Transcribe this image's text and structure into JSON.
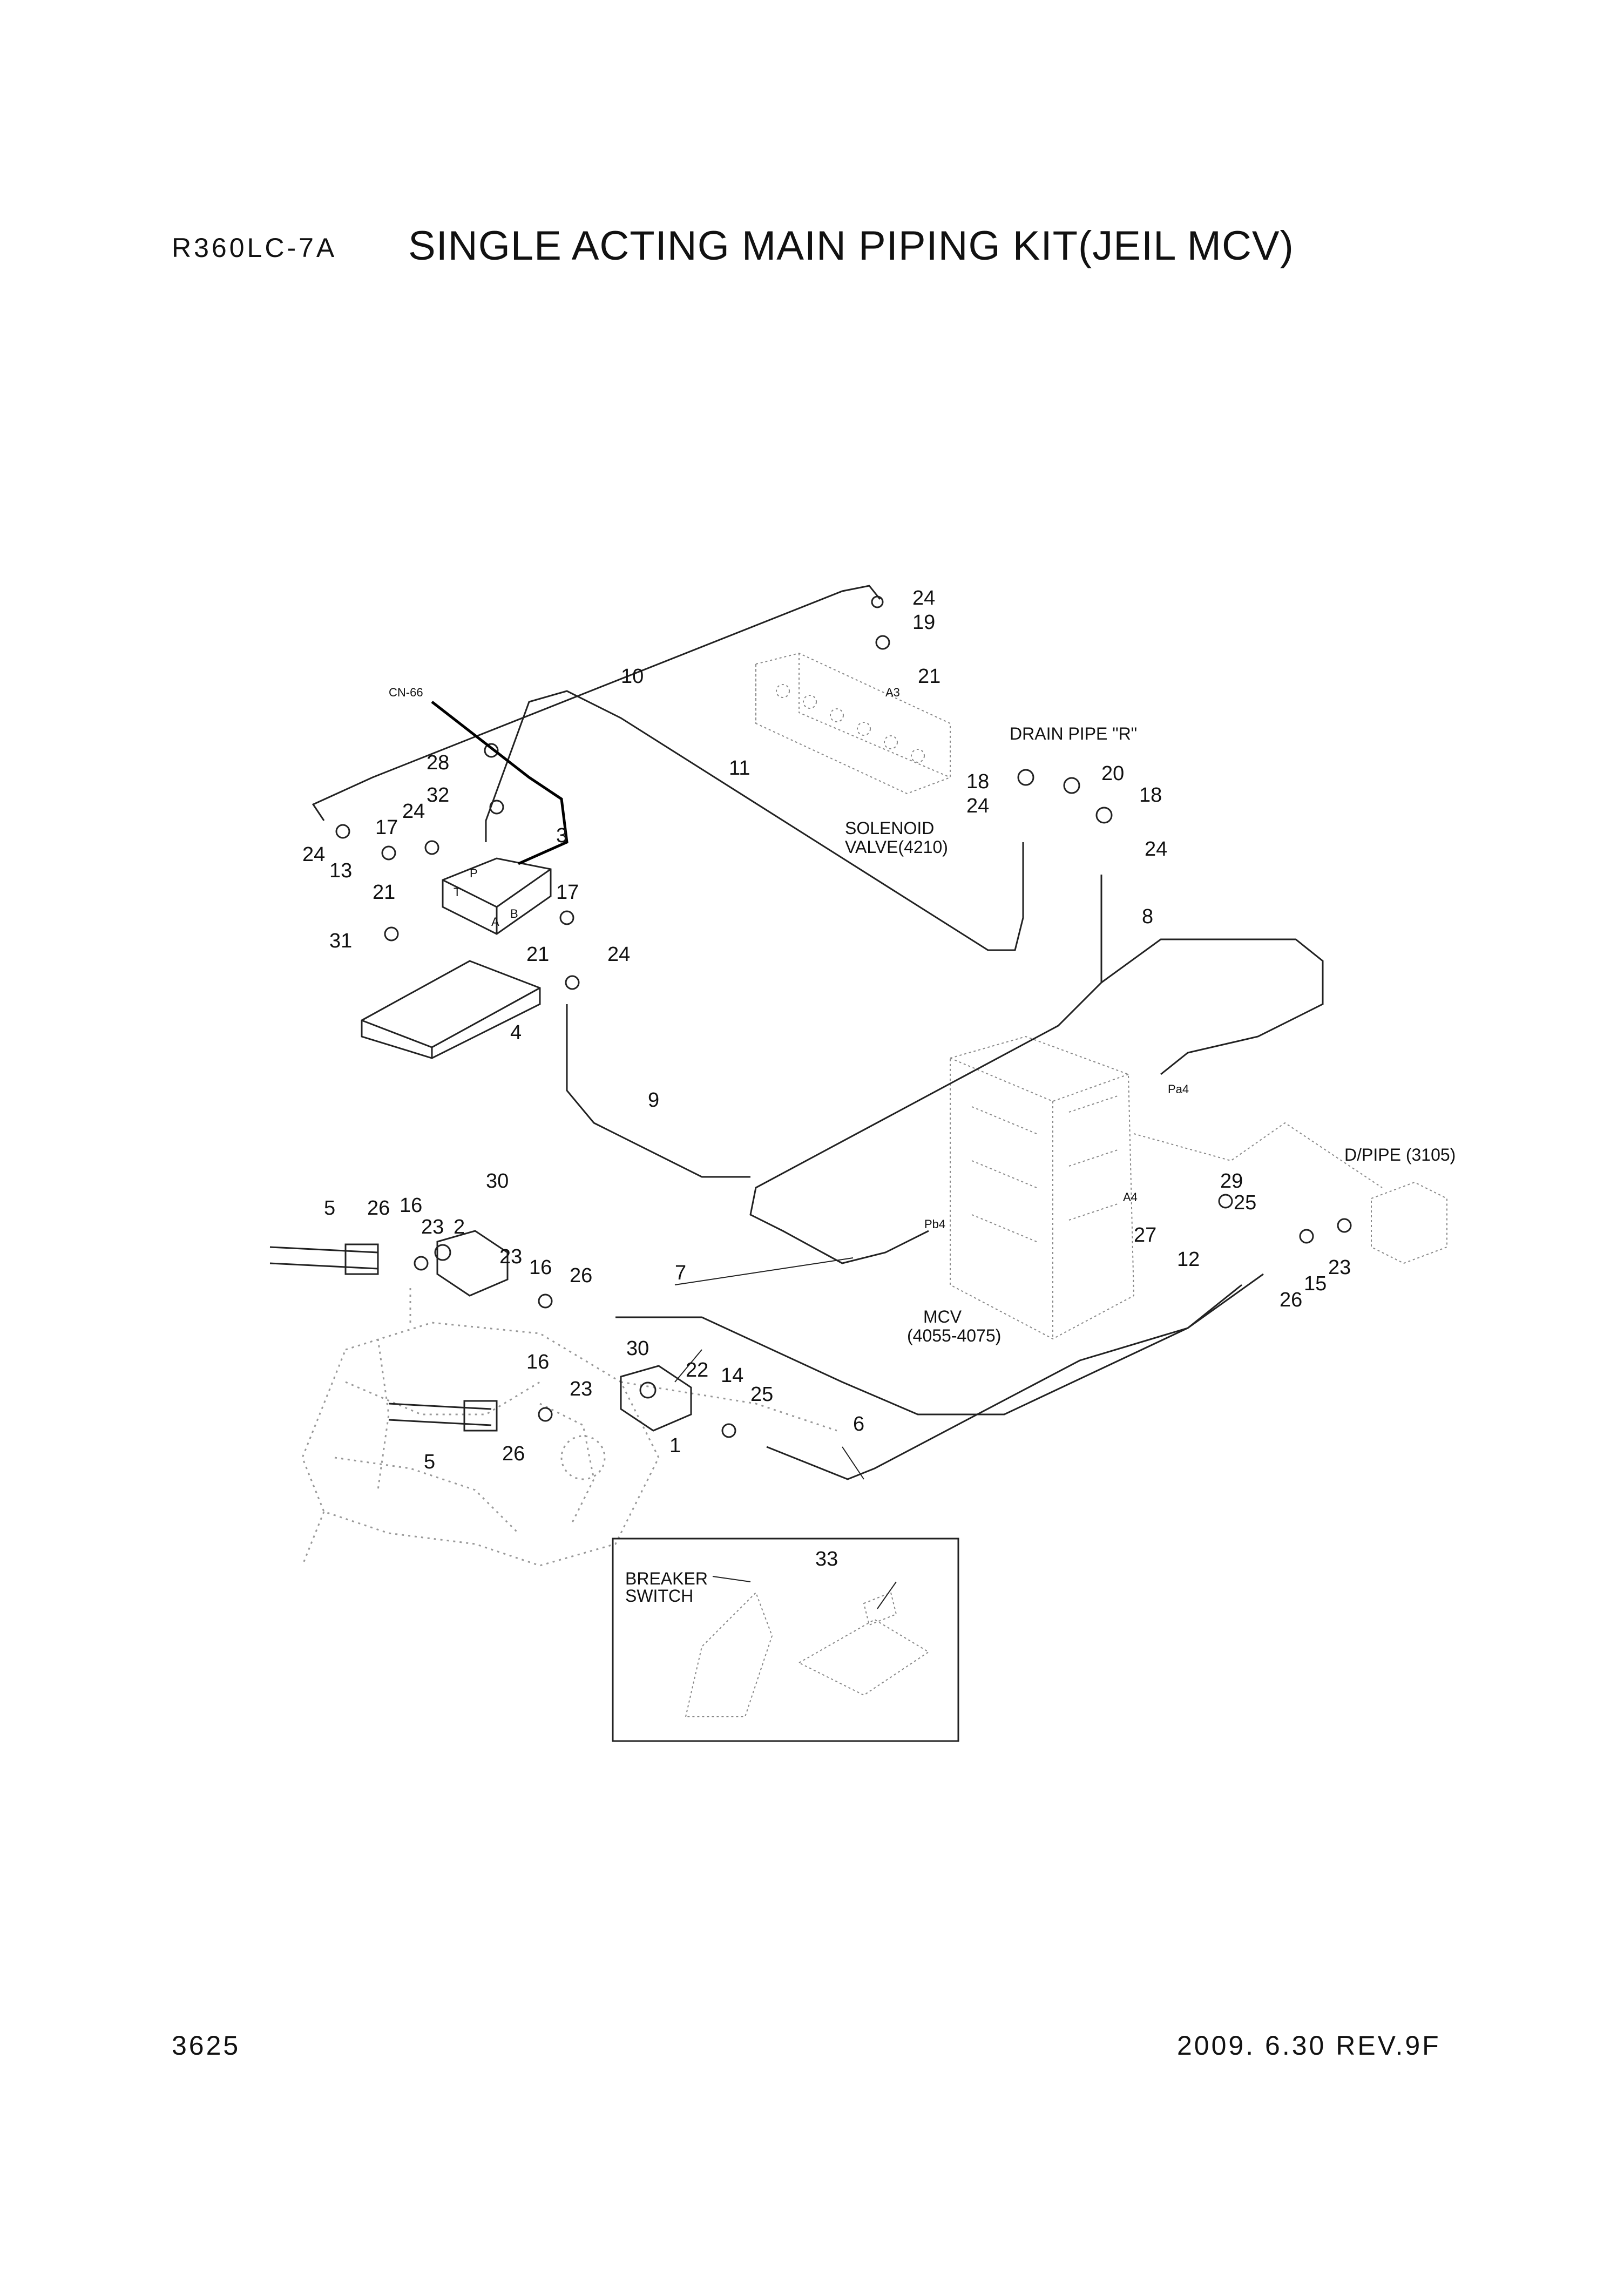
{
  "header": {
    "model": "R360LC-7A",
    "title": "SINGLE ACTING MAIN PIPING KIT(JEIL MCV)"
  },
  "footer": {
    "page_number": "3625",
    "date_revision": "2009. 6.30  REV.9F"
  },
  "labels": {
    "cn66": "CN-66",
    "drain_pipe": "DRAIN PIPE \"R\"",
    "solenoid_1": "SOLENOID",
    "solenoid_2": "VALVE(4210)",
    "mcv_1": "MCV",
    "mcv_2": "(4055-4075)",
    "dpipe": "D/PIPE (3105)",
    "breaker_1": "BREAKER",
    "breaker_2": "SWITCH",
    "pa4": "Pa4",
    "pb4": "Pb4",
    "a4": "A4",
    "a3": "A3",
    "port_t": "T",
    "port_p": "P",
    "port_a": "A",
    "port_b": "B"
  },
  "part_numbers": [
    "24",
    "19",
    "21",
    "10",
    "11",
    "20",
    "18",
    "18",
    "24",
    "24",
    "28",
    "32",
    "24",
    "17",
    "3",
    "24",
    "13",
    "21",
    "17",
    "21",
    "24",
    "31",
    "4",
    "8",
    "9",
    "30",
    "5",
    "26",
    "16",
    "23",
    "2",
    "23",
    "16",
    "26",
    "7",
    "29",
    "25",
    "27",
    "12",
    "23",
    "15",
    "26",
    "6",
    "30",
    "22",
    "14",
    "25",
    "16",
    "23",
    "5",
    "26",
    "1",
    "33"
  ]
}
